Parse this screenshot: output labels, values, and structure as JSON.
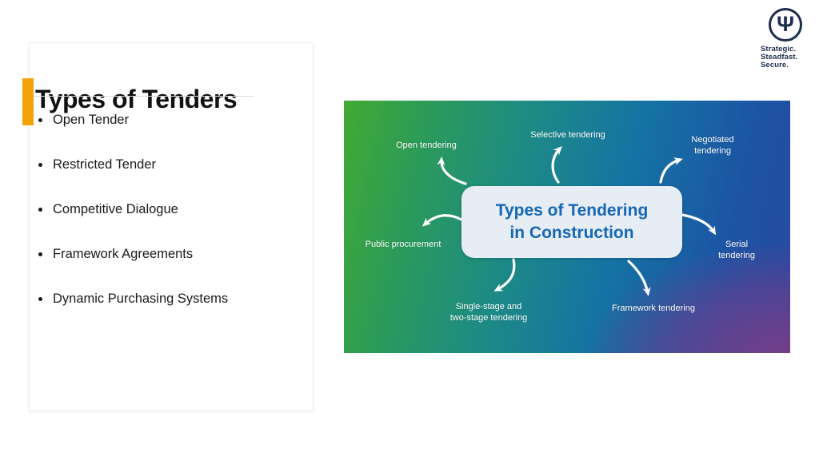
{
  "slide": {
    "title": "Types of Tenders",
    "bullets": [
      "Open Tender",
      "Restricted Tender",
      "Competitive Dialogue",
      "Framework Agreements",
      "Dynamic Purchasing Systems"
    ],
    "accent_color": "#F2A30B"
  },
  "logo": {
    "trident_glyph": "Ψ",
    "tagline": [
      "Strategic.",
      "Steadfast.",
      "Secure."
    ],
    "color": "#1E2D4D"
  },
  "diagram": {
    "center": {
      "line1": "Types of Tendering",
      "line2": "in Construction",
      "text_color": "#1568B5",
      "box_color": "#E7EDF5"
    },
    "labels": [
      {
        "text": "Open tendering"
      },
      {
        "text": "Selective tendering"
      },
      {
        "text": "Negotiated tendering"
      },
      {
        "text": "Public procurement"
      },
      {
        "text": "Serial tendering"
      },
      {
        "text": "Single-stage and\ntwo-stage tendering"
      },
      {
        "text": "Framework tendering"
      }
    ],
    "gradient_colors": [
      "#41AA32",
      "#1D8B85",
      "#1573A4",
      "#2847A0",
      "#7E3D86"
    ],
    "arrow_color": "#FFFFFF"
  }
}
